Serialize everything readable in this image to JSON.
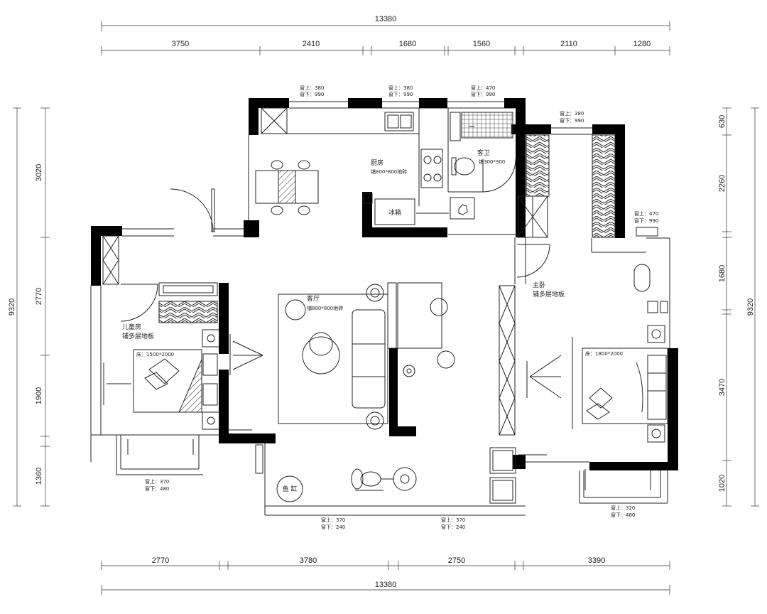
{
  "dimensions": {
    "top_total": "13380",
    "top_segments": [
      "3750",
      "2410",
      "1680",
      "1560",
      "2110",
      "1280"
    ],
    "bottom_segments": [
      "2770",
      "3780",
      "2750",
      "3390"
    ],
    "bottom_total": "13380",
    "left_total": "9320",
    "left_segments": [
      "3020",
      "2770",
      "1900",
      "1360"
    ],
    "right_total": "9320",
    "right_segments": [
      "630",
      "2260",
      "1680",
      "3470",
      "1020"
    ]
  },
  "rooms": {
    "kitchen": {
      "name": "厨房",
      "floor": "铺800*800地砖"
    },
    "guest_bath": {
      "name": "客卫",
      "floor": "铺300*300"
    },
    "fridge": "冰箱",
    "living": {
      "name": "客厅",
      "floor": "铺800*800地砖"
    },
    "master": {
      "name": "主卧",
      "floor": "铺多层地板",
      "bed": "床：1800*2000"
    },
    "kids": {
      "name": "儿童房",
      "floor": "铺多层地板",
      "bed": "床：1500*2000"
    },
    "fish_tank": "鱼 缸"
  },
  "windows": [
    {
      "id": "w1",
      "upper": "窗上：380",
      "lower": "窗下：990"
    },
    {
      "id": "w2",
      "upper": "窗上：380",
      "lower": "窗下：990"
    },
    {
      "id": "w3",
      "upper": "窗上：470",
      "lower": "窗下：990"
    },
    {
      "id": "w4",
      "upper": "窗上：380",
      "lower": "窗下：990"
    },
    {
      "id": "w5",
      "upper": "窗上：470",
      "lower": "窗下：990"
    },
    {
      "id": "w6",
      "upper": "窗上：370",
      "lower": "窗下：480"
    },
    {
      "id": "w7",
      "upper": "窗上：370",
      "lower": "窗下：240"
    },
    {
      "id": "w8",
      "upper": "窗上：370",
      "lower": "窗下：240"
    },
    {
      "id": "w9",
      "upper": "窗上：320",
      "lower": "窗下：480"
    }
  ]
}
